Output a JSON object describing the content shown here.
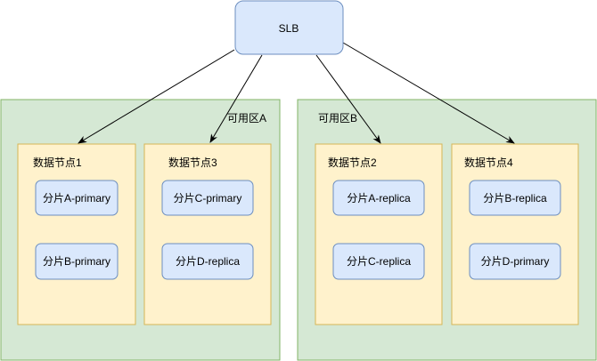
{
  "colors": {
    "zone_fill": "#d5e8d4",
    "zone_stroke": "#82b366",
    "node_fill": "#fff2cc",
    "node_stroke": "#d6b656",
    "shard_fill": "#dae8fc",
    "shard_stroke": "#6c8ebf",
    "arrow": "#000000"
  },
  "slb": {
    "label": "SLB"
  },
  "zones": [
    {
      "label": "可用区A"
    },
    {
      "label": "可用区B"
    }
  ],
  "nodes": [
    {
      "label": "数据节点1",
      "shards": [
        "分片A-primary",
        "分片B-primary"
      ]
    },
    {
      "label": "数据节点3",
      "shards": [
        "分片C-primary",
        "分片D-replica"
      ]
    },
    {
      "label": "数据节点2",
      "shards": [
        "分片A-replica",
        "分片C-replica"
      ]
    },
    {
      "label": "数据节点4",
      "shards": [
        "分片B-replica",
        "分片D-primary"
      ]
    }
  ]
}
